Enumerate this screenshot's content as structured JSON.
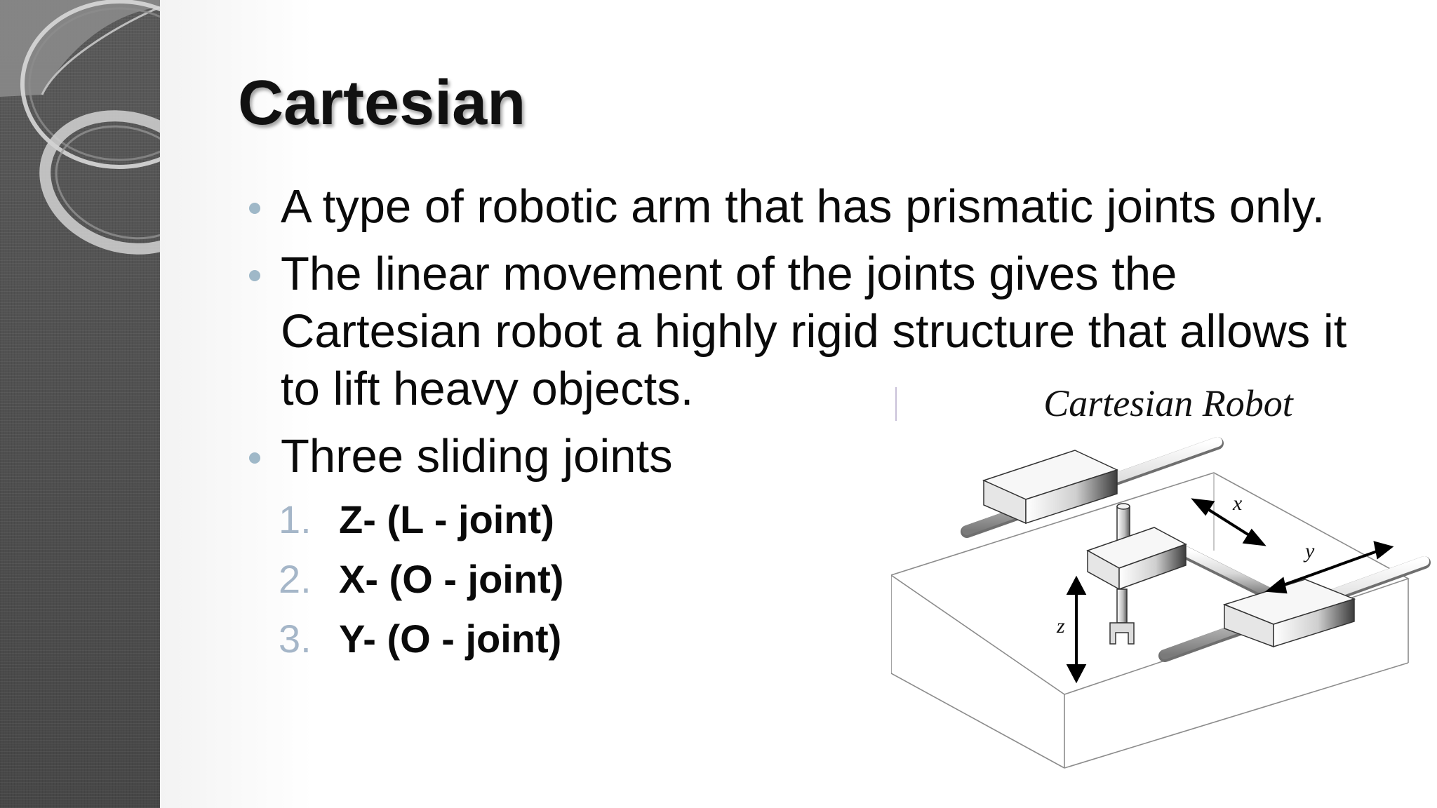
{
  "slide": {
    "title": "Cartesian",
    "bullets": [
      "A type of robotic arm that has prismatic joints only.",
      "The linear movement of the joints gives the Cartesian robot a highly rigid structure that allows it to lift heavy objects.",
      "Three sliding joints"
    ],
    "joints": [
      {
        "number": "1.",
        "label": "Z- (L - joint)"
      },
      {
        "number": "2.",
        "label": "X- (O - joint)"
      },
      {
        "number": "3.",
        "label": "Y- (O - joint)"
      }
    ]
  },
  "figure": {
    "caption": "Cartesian Robot",
    "axis_labels": {
      "x": "x",
      "y": "y",
      "z": "z"
    }
  },
  "colors": {
    "sidebar": "#4e4e4e",
    "bullet_dot": "#9fb8c8",
    "numbering": "#a5b6c8",
    "text": "#0a0a0a"
  }
}
